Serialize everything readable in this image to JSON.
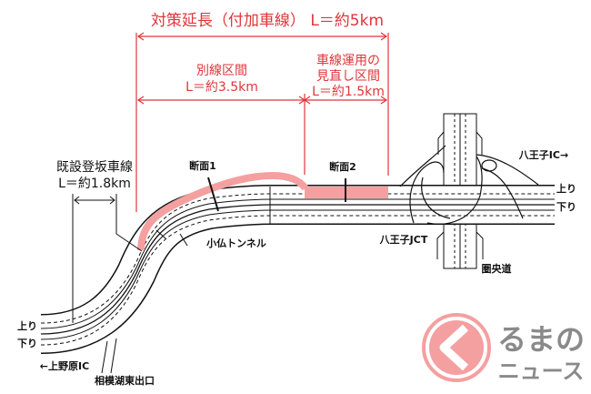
{
  "title": "対策延長（付加車線） L＝約5km",
  "sections": {
    "bessen": {
      "label": "別線区間",
      "length": "L＝約3.5km"
    },
    "minaoshi": {
      "label_line1": "車線運用の",
      "label_line2": "見直し区間",
      "length": "L＝約1.5km"
    },
    "existing": {
      "label": "既設登坂車線",
      "length": "L＝約1.8km"
    }
  },
  "labels": {
    "section1": "断面1",
    "section2": "断面2",
    "tunnel": "小仏トンネル",
    "jct": "八王子JCT",
    "ic_right": "八王子IC→",
    "up_right": "上り",
    "down_right": "下り",
    "ken_o_do": "圏央道",
    "up_left": "上り",
    "down_left": "下り",
    "ic_left": "←上野原IC",
    "exit": "相模湖東出口"
  },
  "logo": {
    "line1": "るまの",
    "line2": "ニュース"
  },
  "colors": {
    "dimension": "#e0353a",
    "highlight": "#f4a0a0",
    "road": "#111111",
    "logo_text": "#8a8a8a"
  }
}
